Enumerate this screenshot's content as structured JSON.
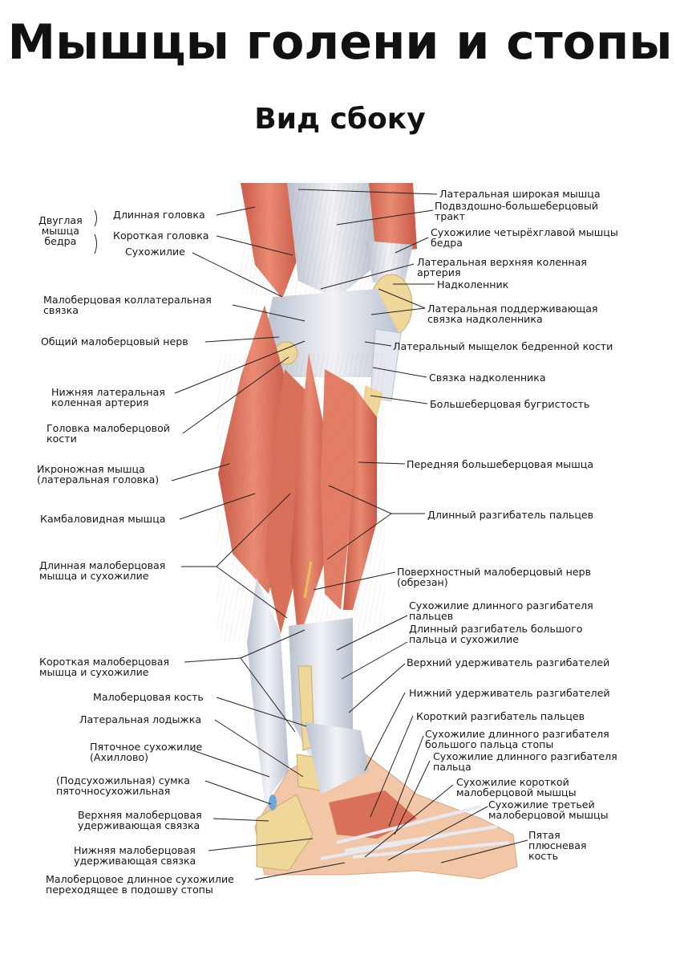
{
  "title": "Мышцы голени и стопы",
  "subtitle": "Вид сбоку",
  "group": {
    "biceps": {
      "line1": "Двуглая",
      "line2": "мышца",
      "line3": "бедра"
    }
  },
  "left_labels": {
    "long_head": "Длинная головка",
    "short_head": "Короткая головка",
    "tendon": "Сухожилие",
    "fibular_collateral": {
      "line1": "Малоберцовая коллатеральная",
      "line2": "связка"
    },
    "common_peroneal_nerve": "Общий малоберцовый нерв",
    "inferior_lateral_genicular": {
      "line1": "Нижняя латеральная",
      "line2": "коленная артерия"
    },
    "fibula_head": {
      "line1": "Головка малоберцовой",
      "line2": "кости"
    },
    "gastrocnemius": {
      "line1": "Икроножная мышца",
      "line2": "(латеральная головка)"
    },
    "soleus": "Камбаловидная мышца",
    "peroneus_longus": {
      "line1": "Длинная малоберцовая",
      "line2": "мышца и сухожилие"
    },
    "peroneus_brevis": {
      "line1": "Короткая малоберцовая",
      "line2": "мышца и сухожилие"
    },
    "fibula": "Малоберцовая кость",
    "lateral_malleolus": "Латеральная лодыжка",
    "achilles": {
      "line1": "Пяточное сухожилие",
      "line2": "(Ахиллово)"
    },
    "bursa": {
      "line1": "(Подсухожильная) сумка",
      "line2": "пяточносухожильная"
    },
    "superior_peroneal_retinaculum": {
      "line1": "Верхняя малоберцовая",
      "line2": "удерживающая связка"
    },
    "inferior_peroneal_retinaculum": {
      "line1": "Нижняя малоберцовая",
      "line2": "удерживающая связка"
    },
    "peroneus_longus_sole": {
      "line1": "Малоберцовое длинное сухожилие",
      "line2": "переходящее в подошву стопы"
    }
  },
  "right_labels": {
    "vastus_lateralis": "Латеральная широкая мышца",
    "iliotibial": {
      "line1": "Подвздошно-большеберцовый",
      "line2": "тракт"
    },
    "quadriceps_tendon": {
      "line1": "Сухожилие четырёхглавой мышцы",
      "line2": "бедра"
    },
    "superior_lateral_genicular": {
      "line1": "Латеральная верхняя коленная",
      "line2": "артерия"
    },
    "patella": "Надколенник",
    "lateral_patellar_retinaculum": {
      "line1": "Латеральная поддерживающая",
      "line2": "связка надколенника"
    },
    "lateral_condyle": "Латеральный мыщелок бедренной кости",
    "patellar_ligament": "Связка надколенника",
    "tibial_tuberosity": "Большеберцовая бугристость",
    "tibialis_anterior": "Передняя большеберцовая мышца",
    "ext_digitorum_longus": "Длинный разгибатель пальцев",
    "superficial_peroneal_nerve": {
      "line1": "Поверхностный малоберцовый нерв",
      "line2": "(обрезан)"
    },
    "edl_tendon": {
      "line1": "Сухожилие длинного разгибателя",
      "line2": "пальцев"
    },
    "ehl": {
      "line1": "Длинный разгибатель большого",
      "line2": "пальца и сухожилие"
    },
    "superior_extensor_retinaculum": "Верхний удерживатель разгибателей",
    "inferior_extensor_retinaculum": "Нижний удерживатель разгибателей",
    "ext_digitorum_brevis": "Короткий разгибатель пальцев",
    "ehl_tendon": {
      "line1": "Сухожилие длинного разгибателя",
      "line2": "большого пальца стопы"
    },
    "edl_tendon2": {
      "line1": "Сухожилие длинного разгибателя",
      "line2": "пальца"
    },
    "peroneus_brevis_tendon": {
      "line1": "Сухожилие короткой",
      "line2": "малоберцовой мышцы"
    },
    "peroneus_tertius_tendon": {
      "line1": "Сухожилие третьей",
      "line2": "малоберцовой мышцы"
    },
    "fifth_metatarsal": {
      "line1": "Пятая",
      "line2": "плюсневая",
      "line3": "кость"
    }
  },
  "colors": {
    "muscle": "#e0735c",
    "muscle_light": "#f0a893",
    "muscle_dark": "#b84535",
    "tendon": "#dfe3ea",
    "tendon_shadow": "#aeb6c4",
    "bone": "#efd79a",
    "skin": "#f2c7a8",
    "leader": "#222222"
  }
}
